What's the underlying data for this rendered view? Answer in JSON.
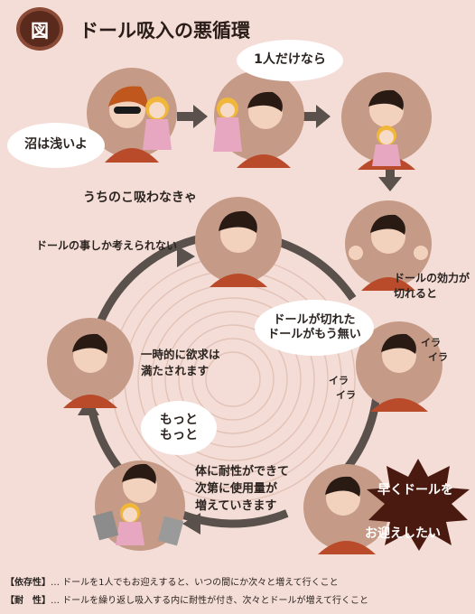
{
  "title": {
    "badge": "図",
    "text": "ドール吸入の悪循環"
  },
  "top_row": {
    "bubble_left": "沼は浅いよ",
    "bubble_right": "1人だけなら"
  },
  "cycle": {
    "top_bubble": "うちのこ吸わなきゃ",
    "left_top_label": "ドールの事しか考えられない",
    "right_label_1": "ドールの効力が",
    "right_label_2": "切れると",
    "withdrawal_bubble_1": "ドールが切れた",
    "withdrawal_bubble_2": "ドールがもう無い",
    "ira_1": "イラ",
    "ira_2": "イラ",
    "ira_3": "イラ",
    "ira_4": "イラ",
    "satisfied_1": "一時的に欲求は",
    "satisfied_2": "満たされます",
    "more_bubble_1": "もっと",
    "more_bubble_2": "もっと",
    "tolerance_1": "体に耐性ができて",
    "tolerance_2": "次第に使用量が",
    "tolerance_3": "増えていきます",
    "burst_1": "早くドールを",
    "burst_2": "お迎えしたい"
  },
  "footer": {
    "line1_key": "【依存性】",
    "line1_text": "… ドールを1人でもお迎えすると、いつの間にか次々と増えて行くこと",
    "line2_key": "【耐　性】",
    "line2_text": "… ドールを繰り返し吸入する内に耐性が付き、次々とドールが増えて行くこと"
  },
  "colors": {
    "background": "#f3ddd6",
    "arrow": "#5a504c",
    "shirt": "#b94a2a",
    "skin": "#f3d2bd",
    "hair": "#2a1a14",
    "doll_dress": "#e7a7c1",
    "doll_hair": "#f0b73a",
    "burst": "#4a1a10"
  }
}
